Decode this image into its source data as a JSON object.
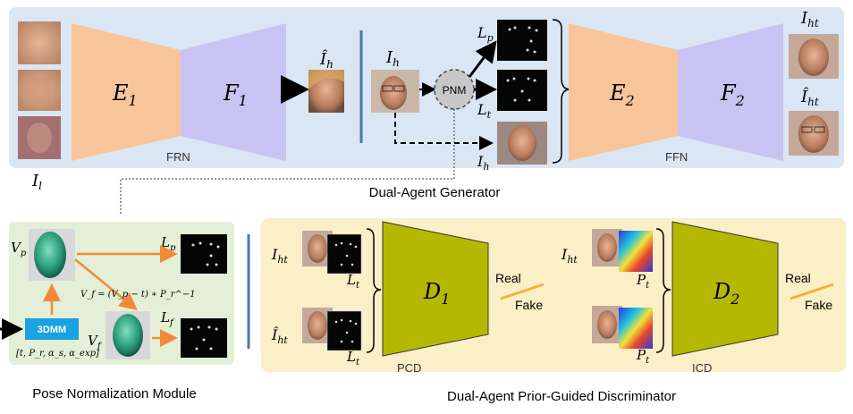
{
  "generator": {
    "caption": "Dual-Agent Generator",
    "frn": {
      "label": "FRN",
      "encoder": "E",
      "encoder_sub": "1",
      "decoder": "F",
      "decoder_sub": "1"
    },
    "ffn": {
      "label": "FFN",
      "encoder": "E",
      "encoder_sub": "2",
      "decoder": "F",
      "decoder_sub": "2"
    },
    "input_label": "I",
    "input_sub": "l",
    "output_label": "Î",
    "output_sub": "h",
    "hr_label": "I",
    "hr_sub": "h",
    "pnm_label": "PNM",
    "lp_label": "L",
    "lp_sub": "p",
    "lt_label": "L",
    "lt_sub": "t",
    "ih_label": "I",
    "ih_sub": "h",
    "iht_label": "I",
    "iht_sub": "ht",
    "iht_hat_label": "Î",
    "iht_hat_sub": "ht"
  },
  "pnm": {
    "caption": "Pose Normalization Module",
    "vp_label": "V",
    "vp_sub": "p",
    "vf_label": "V",
    "vf_sub": "f",
    "lp_label": "L",
    "lp_sub": "p",
    "lf_label": "L",
    "lf_sub": "f",
    "formula": "V_f = (V_p − t) ∗ P_r^−1",
    "tdmm_label": "3DMM",
    "params": "[t, P_r, α_s, α_exp]"
  },
  "discriminator": {
    "caption": "Dual-Agent Prior-Guided Discriminator",
    "pcd": {
      "label": "PCD",
      "name": "D",
      "sub": "1",
      "real": "Real",
      "fake": "Fake",
      "in1": "I",
      "in1_sub": "ht",
      "in2": "Î",
      "in2_sub": "ht",
      "lt": "L",
      "lt_sub": "t"
    },
    "icd": {
      "label": "ICD",
      "name": "D",
      "sub": "2",
      "real": "Real",
      "fake": "Fake",
      "in1": "I",
      "in1_sub": "ht",
      "pt": "P",
      "pt_sub": "t"
    }
  },
  "colors": {
    "generator_bg": "#dbe6f4",
    "pnm_bg": "#e3efd6",
    "disc_bg": "#fbefc8",
    "encoder": "#f8c59a",
    "decoder": "#c8c3f3",
    "disc_block": "#b5b800",
    "divider": "#4a77b4",
    "arrow_orange": "#f08a3a",
    "tdmm": "#1aa3e0",
    "real_fake": "#f2b233"
  }
}
